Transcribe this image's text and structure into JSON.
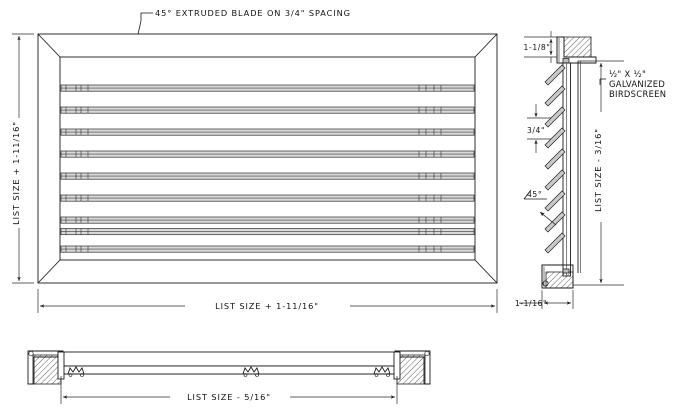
{
  "drawing": {
    "title_note": "45° EXTRUDED BLADE ON 3/4\" SPACING",
    "background_color": "#ffffff",
    "line_color": "#1a1a1a",
    "blade_fill_color": "#d9d9d9",
    "views": {
      "front": {
        "name": "front-elevation",
        "blade_count": 9,
        "dimensions": {
          "height_label": "LIST SIZE + 1-11/16\"",
          "width_label": "LIST SIZE + 1-11/16\""
        }
      },
      "side_section": {
        "name": "side-section",
        "blade_count": 9,
        "dimensions": {
          "head_depth_label": "1-1/8\"",
          "blade_spacing_label": "3/4\"",
          "blade_angle_label": "45°",
          "sill_depth_label": "1-1/16\"",
          "height_label": "LIST SIZE - 3/16\""
        },
        "notes": {
          "birdscreen_line1": "½\" X ½\"",
          "birdscreen_line2": "GALVANIZED",
          "birdscreen_line3": "BIRDSCREEN"
        }
      },
      "plan_section": {
        "name": "plan-section",
        "dimensions": {
          "width_label": "LIST SIZE - 5/16\""
        },
        "mullion_count": 3
      }
    }
  }
}
